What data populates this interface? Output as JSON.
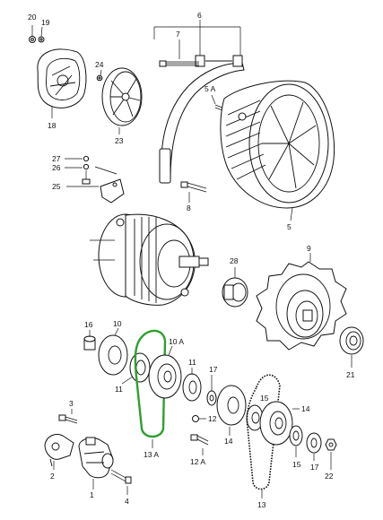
{
  "labels": {
    "l20": "20",
    "l19": "19",
    "l6": "6",
    "l7": "7",
    "l24": "24",
    "l18": "18",
    "l23": "23",
    "l5a": "5 A",
    "l27": "27",
    "l26": "26",
    "l25": "25",
    "l8": "8",
    "l5": "5",
    "l9": "9",
    "l28": "28",
    "l16": "16",
    "l10": "10",
    "l10a": "10 A",
    "l11": "11",
    "l21": "21",
    "l15a": "15",
    "l17a": "17",
    "l3": "3",
    "l12": "12",
    "l14a": "14",
    "l14b": "14",
    "l13a": "13 A",
    "l12a": "12 A",
    "l2": "2",
    "l15b": "15",
    "l17b": "17",
    "l22": "22",
    "l1": "1",
    "l4": "4",
    "l13": "13"
  },
  "colors": {
    "belt_highlight": "#2ea02e",
    "line": "#111111",
    "background": "#ffffff"
  }
}
